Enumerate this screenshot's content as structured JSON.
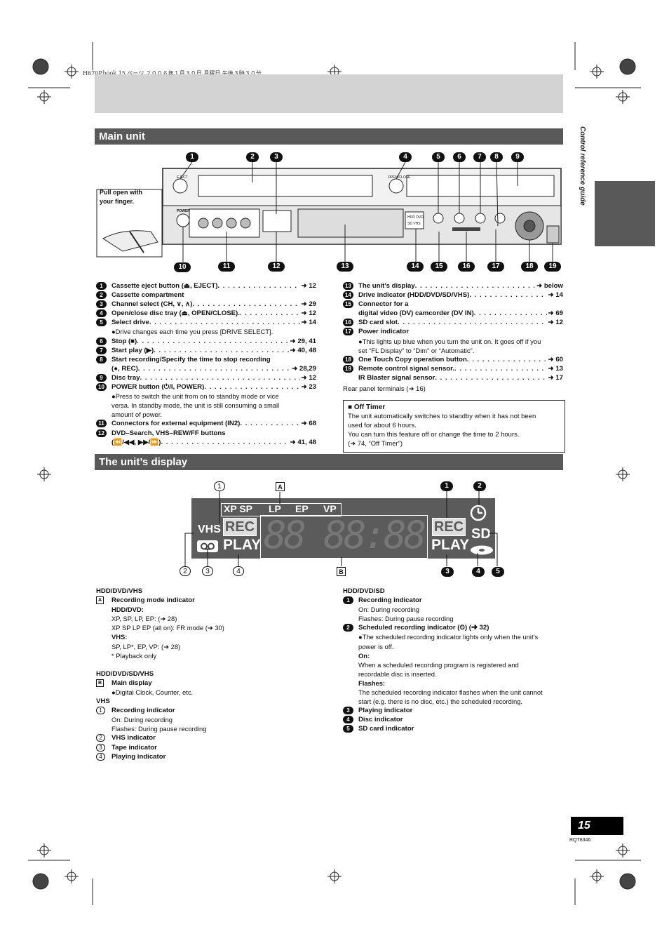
{
  "header_line": "H670P.book  15 ページ  ２００６年１月３０日  月曜日  午後３時３０分",
  "side_label": "Control reference guide",
  "page_number": "15",
  "model_code": "RQT8346",
  "sections": {
    "main_unit": "Main unit",
    "display": "The unit’s display"
  },
  "diagram": {
    "pull_note_1": "Pull open with",
    "pull_note_2": "your finger.",
    "top_numbers": [
      "1",
      "2",
      "3",
      "4",
      "5",
      "6",
      "7",
      "8",
      "9"
    ],
    "bottom_numbers": [
      "10",
      "11",
      "12",
      "13",
      "14",
      "15",
      "16",
      "17",
      "18",
      "19"
    ],
    "power_label": "POWER",
    "eject_label": "EJECT",
    "open_close_label": "OPEN/CLOSE",
    "drive_labels": [
      "HDD",
      "DVD",
      "SD",
      "VHS"
    ]
  },
  "left_items": [
    {
      "n": "1",
      "text": "Cassette eject button (⏏, EJECT)",
      "ref": "➜ 12"
    },
    {
      "n": "2",
      "text": "Cassette compartment",
      "ref": ""
    },
    {
      "n": "3",
      "text": "Channel select (CH, ∨, ∧)",
      "ref": "➜ 29"
    },
    {
      "n": "4",
      "text": "Open/close disc tray (⏏, OPEN/CLOSE).",
      "ref": "➜ 12"
    },
    {
      "n": "5",
      "text": "Select drive",
      "ref": "➜ 14"
    },
    {
      "n": "",
      "sub": "●Drive changes each time you press [DRIVE SELECT]."
    },
    {
      "n": "6",
      "text": "Stop (■)",
      "ref": "➜ 29, 41"
    },
    {
      "n": "7",
      "text": "Start play (▶)",
      "ref": "➜ 40, 48"
    },
    {
      "n": "8",
      "text": "Start recording/Specify the time to stop recording",
      "ref": ""
    },
    {
      "n": "",
      "text": "(●, REC)",
      "ref": "➜ 28,29"
    },
    {
      "n": "9",
      "text": "Disc tray",
      "ref": "➜ 12"
    },
    {
      "n": "10",
      "text": "POWER button (⏻/I, POWER)",
      "ref": "➜ 23"
    },
    {
      "n": "",
      "sub": "●Press to switch the unit from on to standby mode or vice"
    },
    {
      "n": "",
      "sub": "versa. In standby mode, the unit is still consuming a small"
    },
    {
      "n": "",
      "sub": "amount of power."
    },
    {
      "n": "11",
      "text": "Connectors for external equipment (IN2)",
      "ref": "➜ 68"
    },
    {
      "n": "12",
      "text": "DVD–Search, VHS–REW/FF buttons",
      "ref": ""
    },
    {
      "n": "",
      "text": "(⏪/◀◀, ▶▶/⏩)",
      "ref": "➜ 41, 48"
    }
  ],
  "right_items": [
    {
      "n": "13",
      "text": "The unit’s display",
      "ref": "➜ below"
    },
    {
      "n": "14",
      "text": "Drive indicator (HDD/DVD/SD/VHS)",
      "ref": "➜ 14"
    },
    {
      "n": "15",
      "text": "Connector for a",
      "ref": ""
    },
    {
      "n": "",
      "text": "digital video (DV) camcorder (DV IN)",
      "ref": "➜ 69"
    },
    {
      "n": "16",
      "text": "SD card slot",
      "ref": "➜ 12"
    },
    {
      "n": "17",
      "text": "Power indicator",
      "ref": ""
    },
    {
      "n": "",
      "sub": "●This lights up blue when you turn the unit on. It goes off if you"
    },
    {
      "n": "",
      "sub": "set “FL Display” to “Dim” or “Automatic”."
    },
    {
      "n": "18",
      "text": "One Touch Copy operation button",
      "ref": "➜ 60"
    },
    {
      "n": "19",
      "text": "Remote control signal sensor.",
      "ref": "➜ 13"
    },
    {
      "n": "",
      "text": "IR Blaster signal sensor",
      "ref": "➜ 17"
    }
  ],
  "rear_panel": "Rear panel terminals (➜ 16)",
  "off_timer": {
    "title": "■  Off Timer",
    "lines": [
      "The unit automatically switches to standby when it has not been",
      "used for about 6 hours.",
      "You can turn this feature off or change the time to 2 hours.",
      "(➜ 74, “Off Timer”)"
    ]
  },
  "fl_display": {
    "modes": [
      "XP SP",
      "LP",
      "EP",
      "VP"
    ],
    "vhs": "VHS",
    "rec": "REC",
    "play": "PLAY",
    "sd": "SD",
    "digits": "88 88:88 88:88 88",
    "callouts_top": [
      "1",
      "A",
      "1",
      "2"
    ],
    "callouts_bottom": [
      "2",
      "3",
      "4",
      "B",
      "3",
      "4",
      "5"
    ]
  },
  "display_left": [
    {
      "kind": "head",
      "text": "HDD/DVD/VHS"
    },
    {
      "kind": "sq",
      "n": "A",
      "text": "Recording mode indicator"
    },
    {
      "kind": "boldsub",
      "text": "HDD/DVD:"
    },
    {
      "kind": "sub",
      "text": "XP, SP, LP, EP: (➜ 28)"
    },
    {
      "kind": "sub",
      "text": "XP SP LP EP (all on):  FR mode (➜ 30)"
    },
    {
      "kind": "boldsub",
      "text": "VHS:"
    },
    {
      "kind": "sub",
      "text": "SP, LP*, EP, VP: (➜ 28)"
    },
    {
      "kind": "sub",
      "text": "* Playback only"
    },
    {
      "kind": "gap"
    },
    {
      "kind": "head",
      "text": "HDD/DVD/SD/VHS"
    },
    {
      "kind": "sq",
      "n": "B",
      "text": "Main display"
    },
    {
      "kind": "sub",
      "text": "●Digital Clock, Counter, etc."
    },
    {
      "kind": "head",
      "text": "VHS"
    },
    {
      "kind": "o",
      "n": "1",
      "text": "Recording indicator"
    },
    {
      "kind": "sub",
      "text": "On:         During recording"
    },
    {
      "kind": "sub",
      "text": "Flashes:  During pause recording"
    },
    {
      "kind": "o",
      "n": "2",
      "text": "VHS indicator"
    },
    {
      "kind": "o",
      "n": "3",
      "text": "Tape indicator"
    },
    {
      "kind": "o",
      "n": "4",
      "text": "Playing indicator"
    }
  ],
  "display_right": [
    {
      "kind": "head",
      "text": "HDD/DVD/SD"
    },
    {
      "kind": "f",
      "n": "1",
      "text": "Recording indicator"
    },
    {
      "kind": "sub",
      "text": "On:         During recording"
    },
    {
      "kind": "sub",
      "text": "Flashes:  During pause recording"
    },
    {
      "kind": "f",
      "n": "2",
      "text": "Scheduled recording indicator (⏲) (➜ 32)"
    },
    {
      "kind": "sub",
      "text": "●The scheduled recording indicator lights only when the unit’s"
    },
    {
      "kind": "sub",
      "text": "   power is off."
    },
    {
      "kind": "boldsub",
      "text": "On:"
    },
    {
      "kind": "sub",
      "text": "When a scheduled recording program is registered and"
    },
    {
      "kind": "sub",
      "text": "recordable disc is inserted."
    },
    {
      "kind": "boldsub",
      "text": "Flashes:"
    },
    {
      "kind": "sub",
      "text": "The scheduled recording indicator flashes when the unit cannot"
    },
    {
      "kind": "sub",
      "text": "start (e.g. there is no disc, etc.) the scheduled recording."
    },
    {
      "kind": "f",
      "n": "3",
      "text": "Playing indicator"
    },
    {
      "kind": "f",
      "n": "4",
      "text": "Disc indicator"
    },
    {
      "kind": "f",
      "n": "5",
      "text": "SD card indicator"
    }
  ]
}
